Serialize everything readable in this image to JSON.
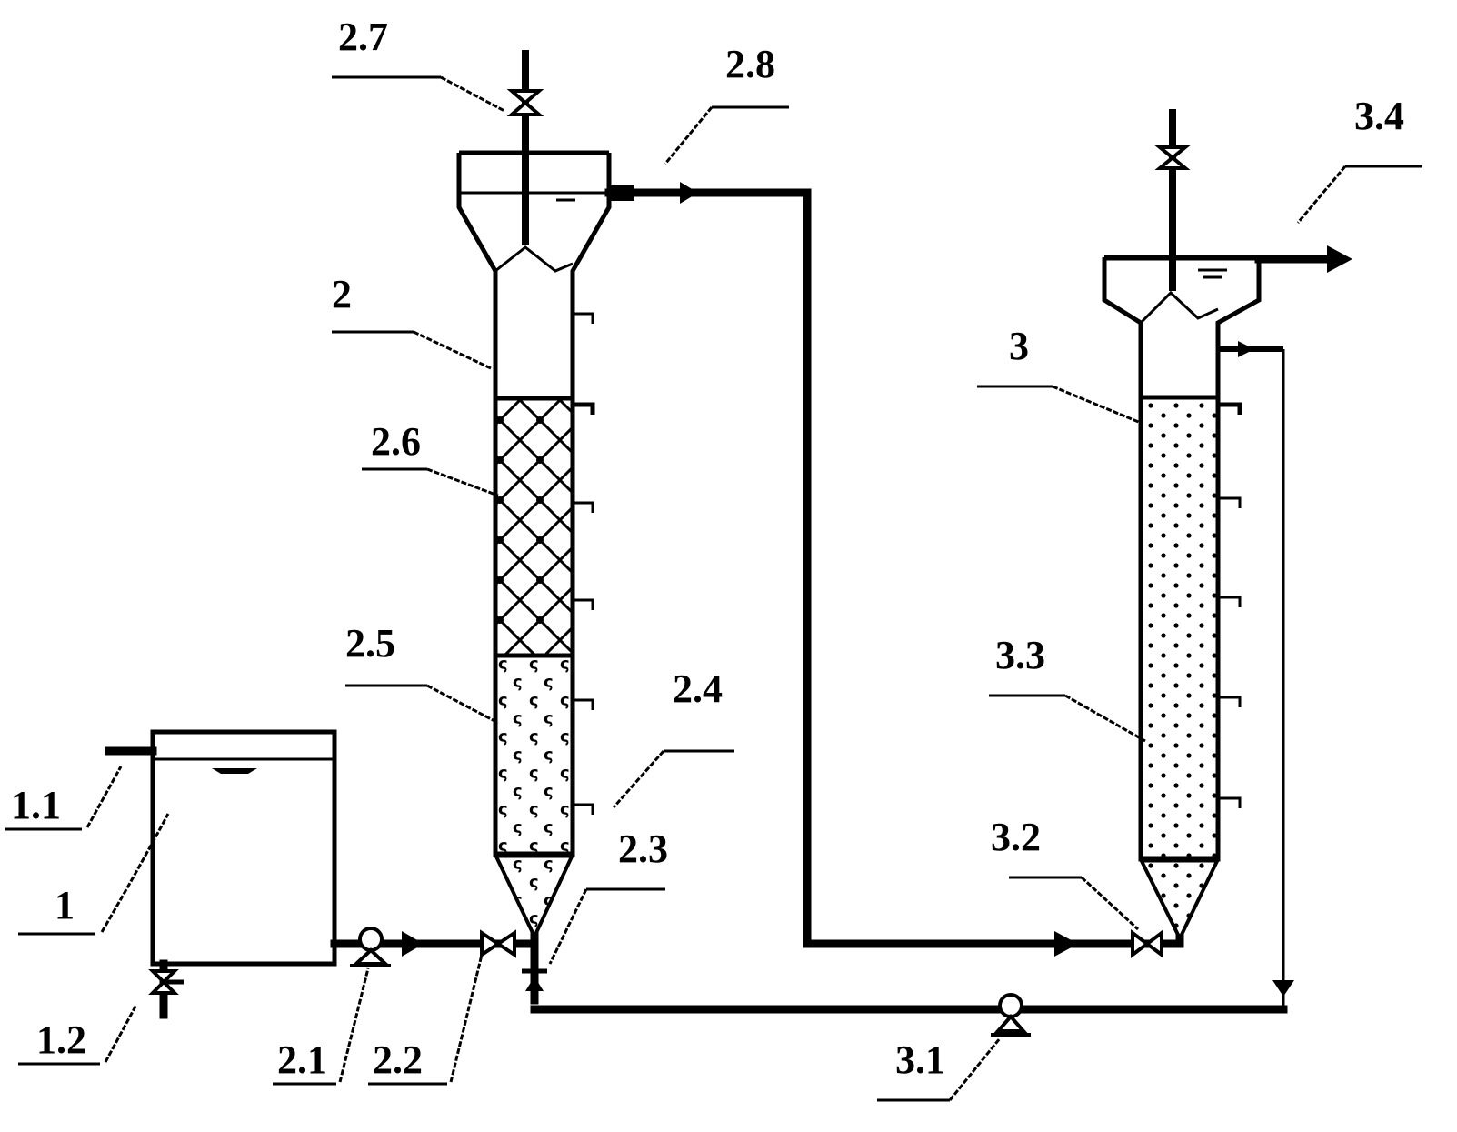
{
  "labels": {
    "l1": "1",
    "l1_1": "1.1",
    "l1_2": "1.2",
    "l2": "2",
    "l2_1": "2.1",
    "l2_2": "2.2",
    "l2_3": "2.3",
    "l2_4": "2.4",
    "l2_5": "2.5",
    "l2_6": "2.6",
    "l2_7": "2.7",
    "l2_8": "2.8",
    "l3": "3",
    "l3_1": "3.1",
    "l3_2": "3.2",
    "l3_3": "3.3",
    "l3_4": "3.4"
  },
  "icons": {
    "stirrer": "stirrer-icon",
    "pump": "pump-icon",
    "valve": "valve-icon",
    "sampling_port": "sampling-port-icon",
    "flow_arrow": "flow-arrow-icon"
  },
  "colors": {
    "line": "#000000",
    "background": "#ffffff"
  }
}
